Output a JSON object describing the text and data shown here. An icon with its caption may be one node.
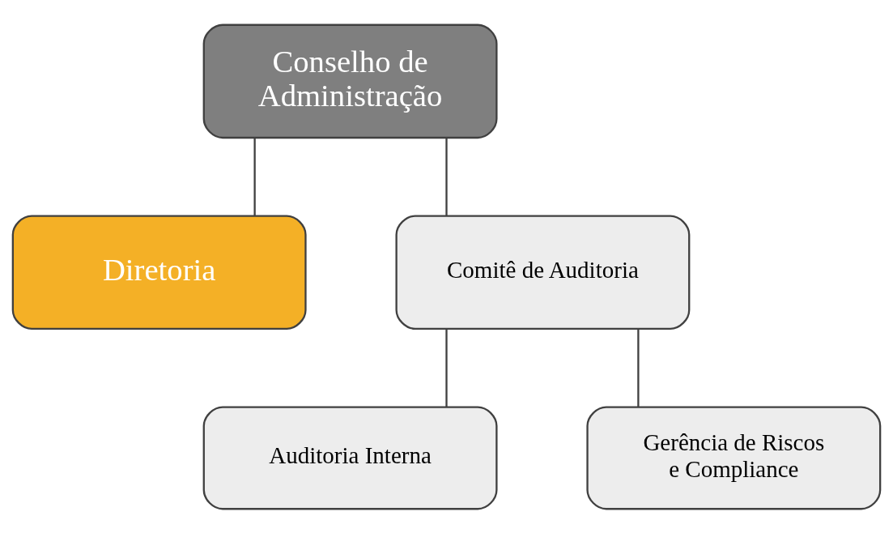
{
  "diagram": {
    "nodes": [
      {
        "text": [
          "Conselho de Administração"
        ]
      },
      {
        "text": [
          "Diretoria"
        ]
      },
      {
        "text": [
          "Comitê de Auditoria"
        ]
      },
      {
        "text": [
          "Auditoria Interna"
        ]
      },
      {
        "text": [
          "Gerência de Riscos e Compliance"
        ]
      }
    ],
    "edges": [
      {
        "from": 0,
        "to": 1,
        "arrow": "none"
      },
      {
        "from": 0,
        "to": 2,
        "arrow": "none"
      },
      {
        "from": 2,
        "to": 3,
        "arrow": "none"
      },
      {
        "from": 2,
        "to": 4,
        "arrow": "none"
      }
    ]
  }
}
